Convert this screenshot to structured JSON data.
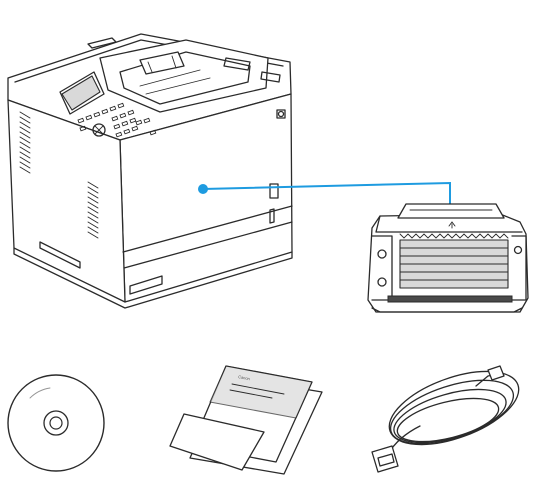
{
  "diagram": {
    "accent_color": "#1e9be0",
    "items": [
      {
        "id": "printer",
        "icon": "printer-icon"
      },
      {
        "id": "toner-cartridge",
        "icon": "toner-cartridge-icon"
      },
      {
        "id": "cd-rom",
        "icon": "cd-icon"
      },
      {
        "id": "manuals",
        "icon": "document-icon"
      },
      {
        "id": "power-cord",
        "icon": "power-cord-icon"
      }
    ],
    "manual_brand": "Canon"
  }
}
